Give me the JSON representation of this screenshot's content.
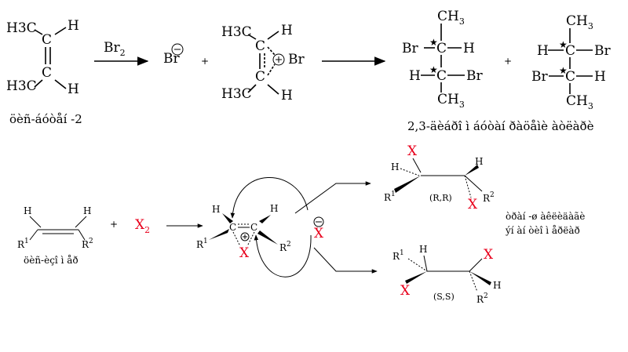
{
  "colors": {
    "halogen": "#e8001c",
    "ink": "#000000",
    "background": "#ffffff"
  },
  "top": {
    "alkene": {
      "methyl_upper": "H3C",
      "methyl_lower": "H3C",
      "carbon": "C",
      "h": "H",
      "caption": "öèñ-áóòåí -2"
    },
    "reagent": "Br2",
    "bromide": {
      "symbol": "Br",
      "charge": "⊖"
    },
    "plus": "+",
    "bromonium": {
      "methyl": "H3C",
      "carbon": "C",
      "h": "H",
      "br": "Br",
      "charge": "⊕"
    },
    "product_a": {
      "ch3": "CH3",
      "br": "Br",
      "h": "H",
      "c": "C",
      "star": "★"
    },
    "product_b": {
      "ch3": "CH3",
      "br": "Br",
      "h": "H",
      "c": "C",
      "star": "★"
    },
    "caption": "2,3-äèáðî ì áóòàí ðàöåìè àòëàðè"
  },
  "bottom": {
    "alkene": {
      "h": "H",
      "r1": "R",
      "r2": "R",
      "sup1": "1",
      "sup2": "2",
      "caption": "öèñ-èçî ì åð"
    },
    "plus": "+",
    "halogen": "X2",
    "intermediate": {
      "h": "H",
      "c": "C",
      "x": "X",
      "r1": "R",
      "r2": "R",
      "sup1": "1",
      "sup2": "2",
      "charge": "⊕",
      "anion": "X",
      "anion_charge": "⊖"
    },
    "product_rr": {
      "x": "X",
      "h": "H",
      "r1": "R",
      "r2": "R",
      "sup1": "1",
      "sup2": "2",
      "label": "(R,R)"
    },
    "product_ss": {
      "x": "X",
      "h": "H",
      "r1": "R",
      "r2": "R",
      "sup1": "1",
      "sup2": "2",
      "label": "(S,S)"
    },
    "caption_line1": "òðàí -ø àêëèäàãè",
    "caption_line2": "ýí àí òèî ì åðëàð"
  }
}
